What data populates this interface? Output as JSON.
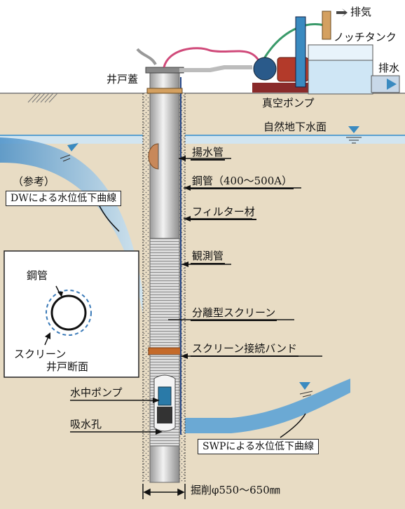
{
  "labels": {
    "exhaust": "排気",
    "notch_tank": "ノッチタンク",
    "drain": "排水",
    "well_cover": "井戸蓋",
    "vacuum_pump": "真空ポンプ",
    "groundwater_level": "自然地下水面",
    "pumping_pipe": "揚水管",
    "steel_pipe": "鋼管（400～500A）",
    "reference": "（参考）",
    "dw_curve": "DWによる水位低下曲線",
    "filter_material": "フィルター材",
    "observation_pipe": "観測管",
    "separated_screen": "分離型スクリーン",
    "screen_band": "スクリーン接続バンド",
    "submersible_pump": "水中ポンプ",
    "intake_hole": "吸水孔",
    "swp_curve": "SWPによる水位低下曲線",
    "excavation": "掘削φ550～650㎜"
  },
  "inset": {
    "steel_pipe": "鋼管",
    "screen": "スクリーン",
    "section": "井戸断面"
  },
  "colors": {
    "ground": "#e8dcc4",
    "water": "#7fb5dc",
    "pipe": "#d9d9d9",
    "pump": "#2a5a8a"
  }
}
